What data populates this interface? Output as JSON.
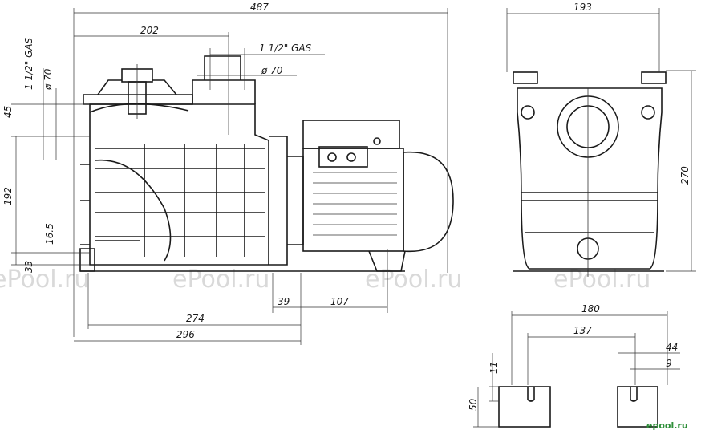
{
  "dimensions": {
    "overall_length": "487",
    "inlet_offset": "202",
    "outlet_gas": "1 1/2\" GAS",
    "outlet_dia": "ø 70",
    "inlet_gas": "1 1/2\" GAS",
    "inlet_dia": "ø 70",
    "dim_45": "45",
    "dim_192": "192",
    "dim_16_5": "16.5",
    "dim_33": "33",
    "dim_39": "39",
    "dim_107": "107",
    "dim_274": "274",
    "dim_296": "296",
    "front_width": "193",
    "front_height": "270",
    "base_width": "180",
    "base_holes": "137",
    "base_44": "44",
    "base_9": "9",
    "base_11": "11",
    "base_50": "50"
  },
  "watermark": "ePool.ru",
  "logo": "epool.ru"
}
